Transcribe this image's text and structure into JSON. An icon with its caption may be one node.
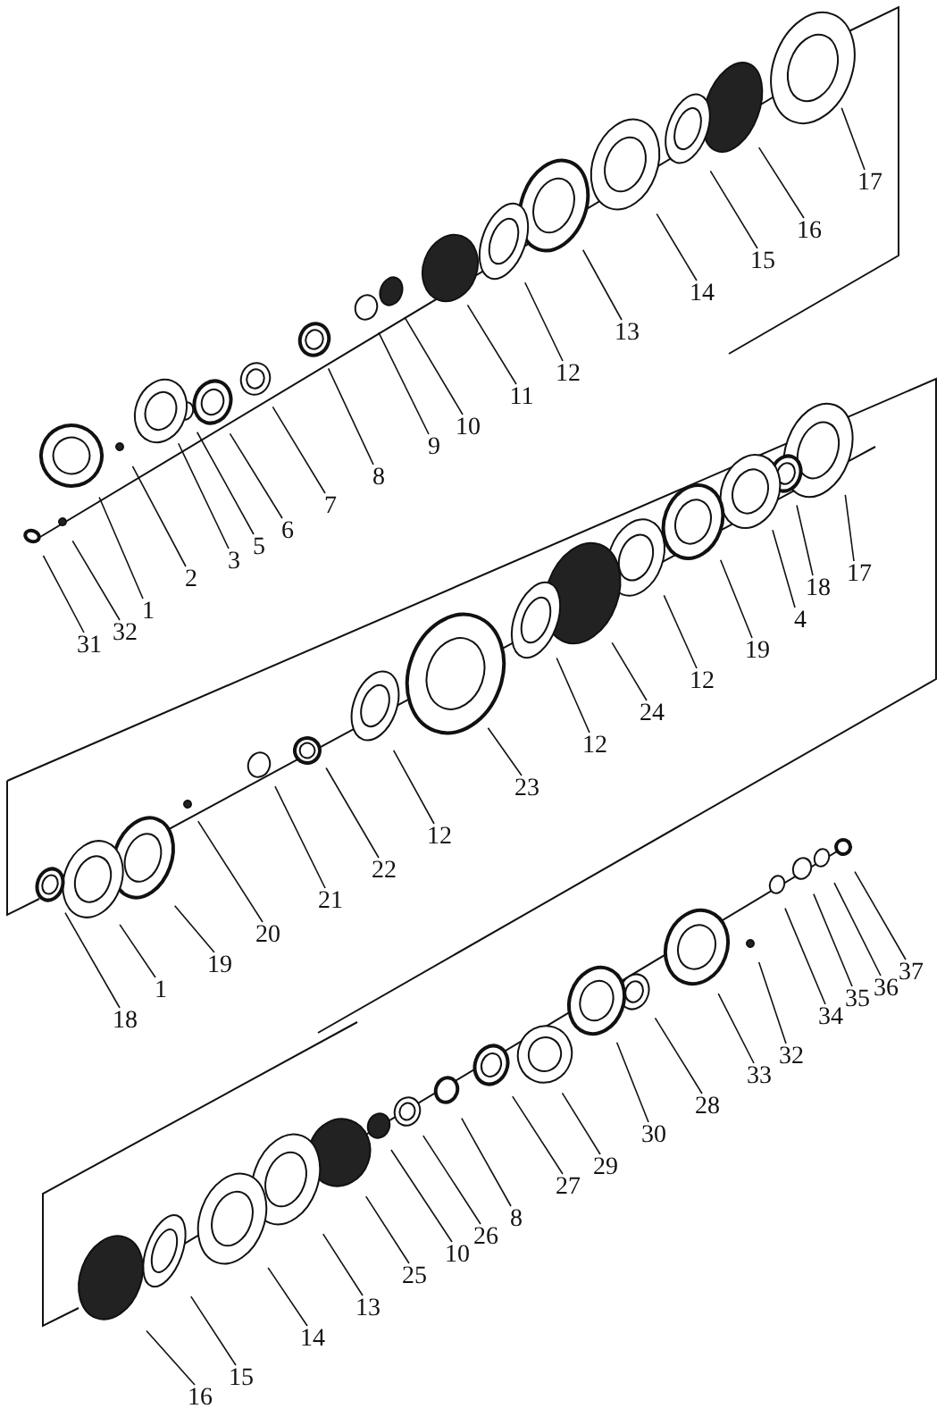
{
  "diagram": {
    "nodes": [
      {
        "text": [
          "17"
        ]
      },
      {
        "text": [
          "16"
        ]
      },
      {
        "text": [
          "15"
        ]
      },
      {
        "text": [
          "14"
        ]
      },
      {
        "text": [
          "13"
        ]
      },
      {
        "text": [
          "12"
        ]
      },
      {
        "text": [
          "11"
        ]
      },
      {
        "text": [
          "10"
        ]
      },
      {
        "text": [
          "9"
        ]
      },
      {
        "text": [
          "8"
        ]
      },
      {
        "text": [
          "7"
        ]
      },
      {
        "text": [
          "6"
        ]
      },
      {
        "text": [
          "5"
        ]
      },
      {
        "text": [
          "3"
        ]
      },
      {
        "text": [
          "2"
        ]
      },
      {
        "text": [
          "1"
        ]
      },
      {
        "text": [
          "32"
        ]
      },
      {
        "text": [
          "31"
        ]
      },
      {
        "text": [
          "17"
        ]
      },
      {
        "text": [
          "18"
        ]
      },
      {
        "text": [
          "4"
        ]
      },
      {
        "text": [
          "19"
        ]
      },
      {
        "text": [
          "12"
        ]
      },
      {
        "text": [
          "24"
        ]
      },
      {
        "text": [
          "12"
        ]
      },
      {
        "text": [
          "23"
        ]
      },
      {
        "text": [
          "12"
        ]
      },
      {
        "text": [
          "22"
        ]
      },
      {
        "text": [
          "21"
        ]
      },
      {
        "text": [
          "20"
        ]
      },
      {
        "text": [
          "19"
        ]
      },
      {
        "text": [
          "1"
        ]
      },
      {
        "text": [
          "18"
        ]
      },
      {
        "text": [
          "37"
        ]
      },
      {
        "text": [
          "36"
        ]
      },
      {
        "text": [
          "35"
        ]
      },
      {
        "text": [
          "34"
        ]
      },
      {
        "text": [
          "32"
        ]
      },
      {
        "text": [
          "33"
        ]
      },
      {
        "text": [
          "28"
        ]
      },
      {
        "text": [
          "30"
        ]
      },
      {
        "text": [
          "29"
        ]
      },
      {
        "text": [
          "27"
        ]
      },
      {
        "text": [
          "8"
        ]
      },
      {
        "text": [
          "26"
        ]
      },
      {
        "text": [
          "10"
        ]
      },
      {
        "text": [
          "25"
        ]
      },
      {
        "text": [
          "13"
        ]
      },
      {
        "text": [
          "14"
        ]
      },
      {
        "text": [
          "15"
        ]
      },
      {
        "text": [
          "16"
        ]
      }
    ],
    "edges": [
      {
        "from": 0,
        "to": null,
        "arrow": "none"
      },
      {
        "from": 1,
        "to": null,
        "arrow": "none"
      },
      {
        "from": 2,
        "to": null,
        "arrow": "none"
      },
      {
        "from": 3,
        "to": null,
        "arrow": "none"
      },
      {
        "from": 4,
        "to": null,
        "arrow": "none"
      },
      {
        "from": 5,
        "to": null,
        "arrow": "none"
      },
      {
        "from": 6,
        "to": null,
        "arrow": "none"
      },
      {
        "from": 7,
        "to": null,
        "arrow": "none"
      },
      {
        "from": 8,
        "to": null,
        "arrow": "none"
      },
      {
        "from": 9,
        "to": null,
        "arrow": "none"
      },
      {
        "from": 10,
        "to": null,
        "arrow": "none"
      },
      {
        "from": 11,
        "to": null,
        "arrow": "none"
      },
      {
        "from": 12,
        "to": null,
        "arrow": "none"
      },
      {
        "from": 13,
        "to": null,
        "arrow": "none"
      },
      {
        "from": 14,
        "to": null,
        "arrow": "none"
      },
      {
        "from": 15,
        "to": null,
        "arrow": "none"
      },
      {
        "from": 16,
        "to": null,
        "arrow": "none"
      },
      {
        "from": 17,
        "to": null,
        "arrow": "none"
      },
      {
        "from": 18,
        "to": null,
        "arrow": "none"
      },
      {
        "from": 19,
        "to": null,
        "arrow": "none"
      },
      {
        "from": 20,
        "to": null,
        "arrow": "none"
      },
      {
        "from": 21,
        "to": null,
        "arrow": "none"
      },
      {
        "from": 22,
        "to": null,
        "arrow": "none"
      },
      {
        "from": 23,
        "to": null,
        "arrow": "none"
      },
      {
        "from": 24,
        "to": null,
        "arrow": "none"
      },
      {
        "from": 25,
        "to": null,
        "arrow": "none"
      },
      {
        "from": 26,
        "to": null,
        "arrow": "none"
      },
      {
        "from": 27,
        "to": null,
        "arrow": "none"
      },
      {
        "from": 28,
        "to": null,
        "arrow": "none"
      },
      {
        "from": 29,
        "to": null,
        "arrow": "none"
      },
      {
        "from": 30,
        "to": null,
        "arrow": "none"
      },
      {
        "from": 31,
        "to": null,
        "arrow": "none"
      },
      {
        "from": 32,
        "to": null,
        "arrow": "none"
      },
      {
        "from": 33,
        "to": null,
        "arrow": "none"
      },
      {
        "from": 34,
        "to": null,
        "arrow": "none"
      },
      {
        "from": 35,
        "to": null,
        "arrow": "none"
      },
      {
        "from": 36,
        "to": null,
        "arrow": "none"
      },
      {
        "from": 37,
        "to": null,
        "arrow": "none"
      },
      {
        "from": 38,
        "to": null,
        "arrow": "none"
      },
      {
        "from": 39,
        "to": null,
        "arrow": "none"
      },
      {
        "from": 40,
        "to": null,
        "arrow": "none"
      },
      {
        "from": 41,
        "to": null,
        "arrow": "none"
      },
      {
        "from": 42,
        "to": null,
        "arrow": "none"
      },
      {
        "from": 43,
        "to": null,
        "arrow": "none"
      },
      {
        "from": 44,
        "to": null,
        "arrow": "none"
      },
      {
        "from": 45,
        "to": null,
        "arrow": "none"
      },
      {
        "from": 46,
        "to": null,
        "arrow": "none"
      },
      {
        "from": 47,
        "to": null,
        "arrow": "none"
      },
      {
        "from": 48,
        "to": null,
        "arrow": "none"
      },
      {
        "from": 49,
        "to": null,
        "arrow": "none"
      },
      {
        "from": 50,
        "to": null,
        "arrow": "none"
      }
    ]
  }
}
